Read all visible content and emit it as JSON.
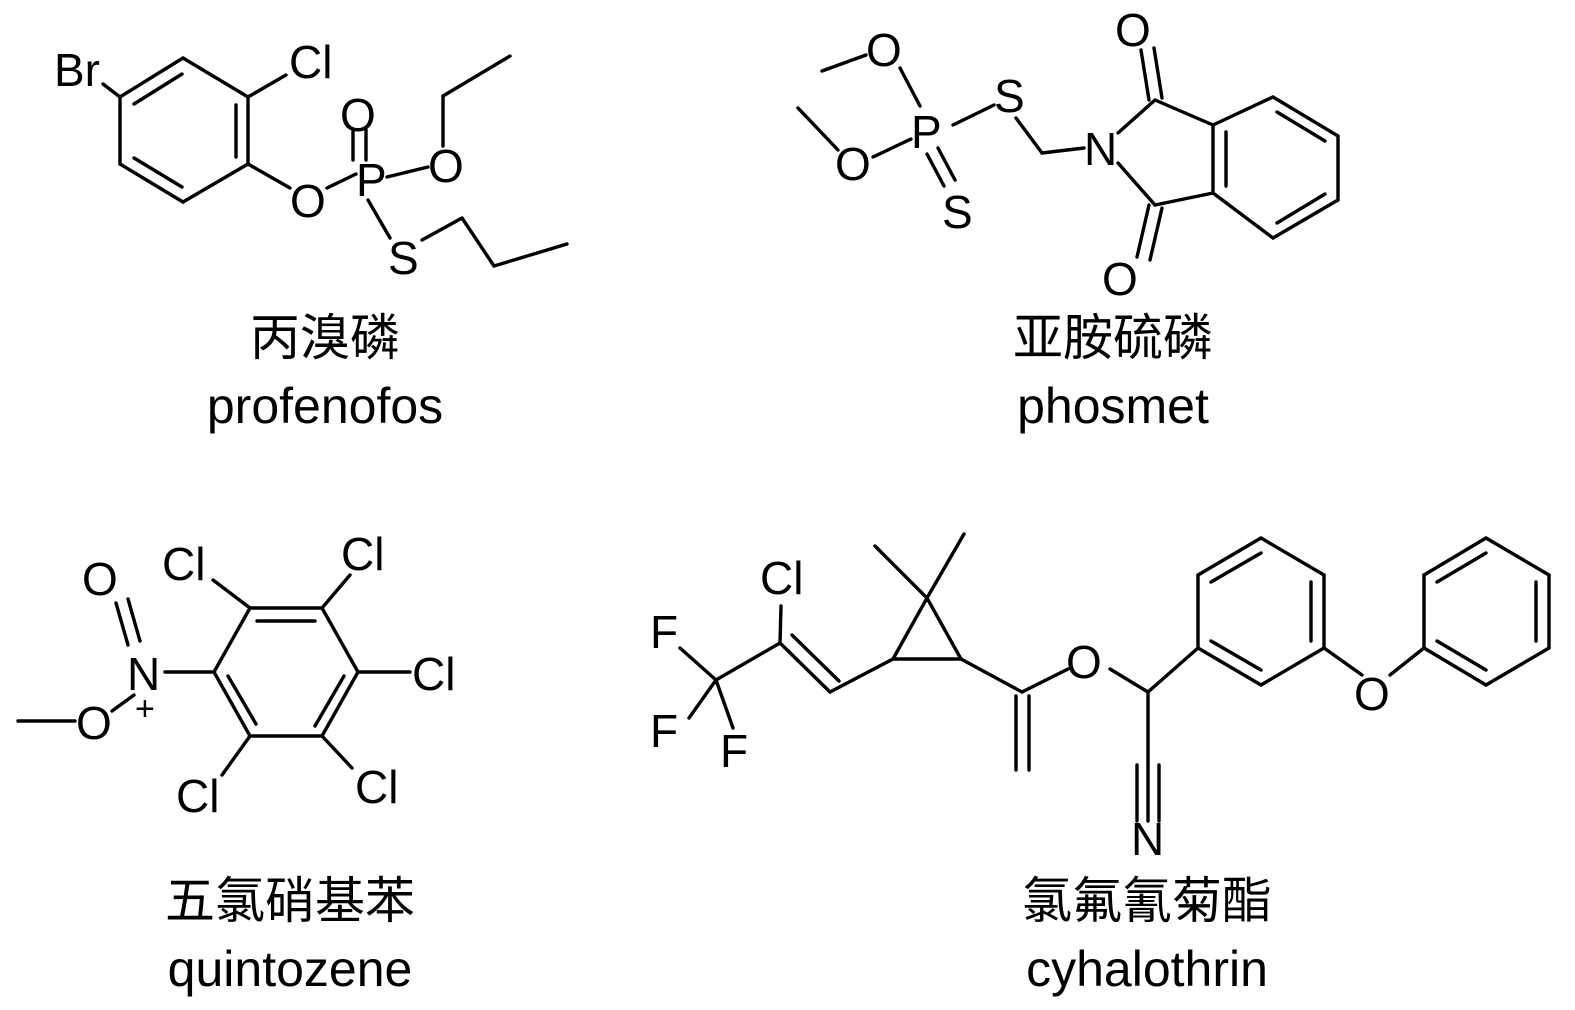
{
  "compounds": {
    "profenofos": {
      "cn_name": "丙溴磷",
      "en_name": "profenofos",
      "atoms": {
        "br": "Br",
        "cl": "Cl",
        "o_ester": "O",
        "p": "P",
        "o_double": "O",
        "o_ethoxy": "O",
        "s": "S"
      }
    },
    "phosmet": {
      "cn_name": "亚胺硫磷",
      "en_name": "phosmet",
      "atoms": {
        "o_methoxy1": "O",
        "o_methoxy2": "O",
        "p": "P",
        "s_thioate": "S",
        "s_thione": "S",
        "n": "N",
        "o_carbonyl1": "O",
        "o_carbonyl2": "O"
      }
    },
    "quintozene": {
      "cn_name": "五氯硝基苯",
      "en_name": "quintozene",
      "atoms": {
        "o_nitro": "O",
        "n": "N",
        "n_charge": "+",
        "o_minus": "O",
        "cl1": "Cl",
        "cl2": "Cl",
        "cl3": "Cl",
        "cl4": "Cl",
        "cl5": "Cl"
      }
    },
    "cyhalothrin": {
      "cn_name": "氯氟氰菊酯",
      "en_name": "cyhalothrin",
      "atoms": {
        "cl": "Cl",
        "f1": "F",
        "f2": "F",
        "f3": "F",
        "o_ester": "O",
        "n_nitrile": "N",
        "o_ether": "O"
      }
    }
  }
}
